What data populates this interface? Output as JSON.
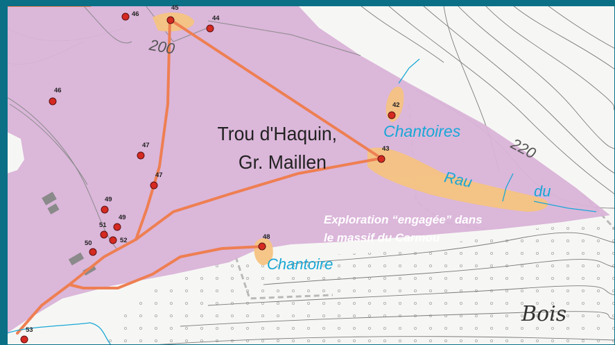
{
  "colors": {
    "frame": "#0b6f86",
    "paper": "#f6f7f4",
    "zone": "#d9b3d8",
    "cave_area": "#f6c382",
    "route": "#ee7f52",
    "marker": "#d42a22",
    "water_text": "#19a7d6"
  },
  "labels": {
    "trou_line1": "Trou d'Haquin,",
    "trou_line2": "Gr. Maillen",
    "chantoires": "Chantoires",
    "chantoire": "Chantoire",
    "rau": "Rau",
    "du": "du",
    "bois": "Bois",
    "contour_200": "200",
    "contour_220": "220",
    "exploration_line1": "Exploration “engagée” dans",
    "exploration_line2": "le massif du Carmou"
  },
  "markers": [
    {
      "id": "46",
      "label": "46"
    },
    {
      "id": "45",
      "label": "45"
    },
    {
      "id": "44",
      "label": "44"
    },
    {
      "id": "46b",
      "label": "46"
    },
    {
      "id": "42",
      "label": "42"
    },
    {
      "id": "43",
      "label": "43"
    },
    {
      "id": "47",
      "label": "47"
    },
    {
      "id": "47b",
      "label": "47"
    },
    {
      "id": "49",
      "label": "49"
    },
    {
      "id": "49b",
      "label": "49"
    },
    {
      "id": "51",
      "label": "51"
    },
    {
      "id": "52",
      "label": "52"
    },
    {
      "id": "50",
      "label": "50"
    },
    {
      "id": "48",
      "label": "48"
    },
    {
      "id": "53",
      "label": "53"
    }
  ]
}
